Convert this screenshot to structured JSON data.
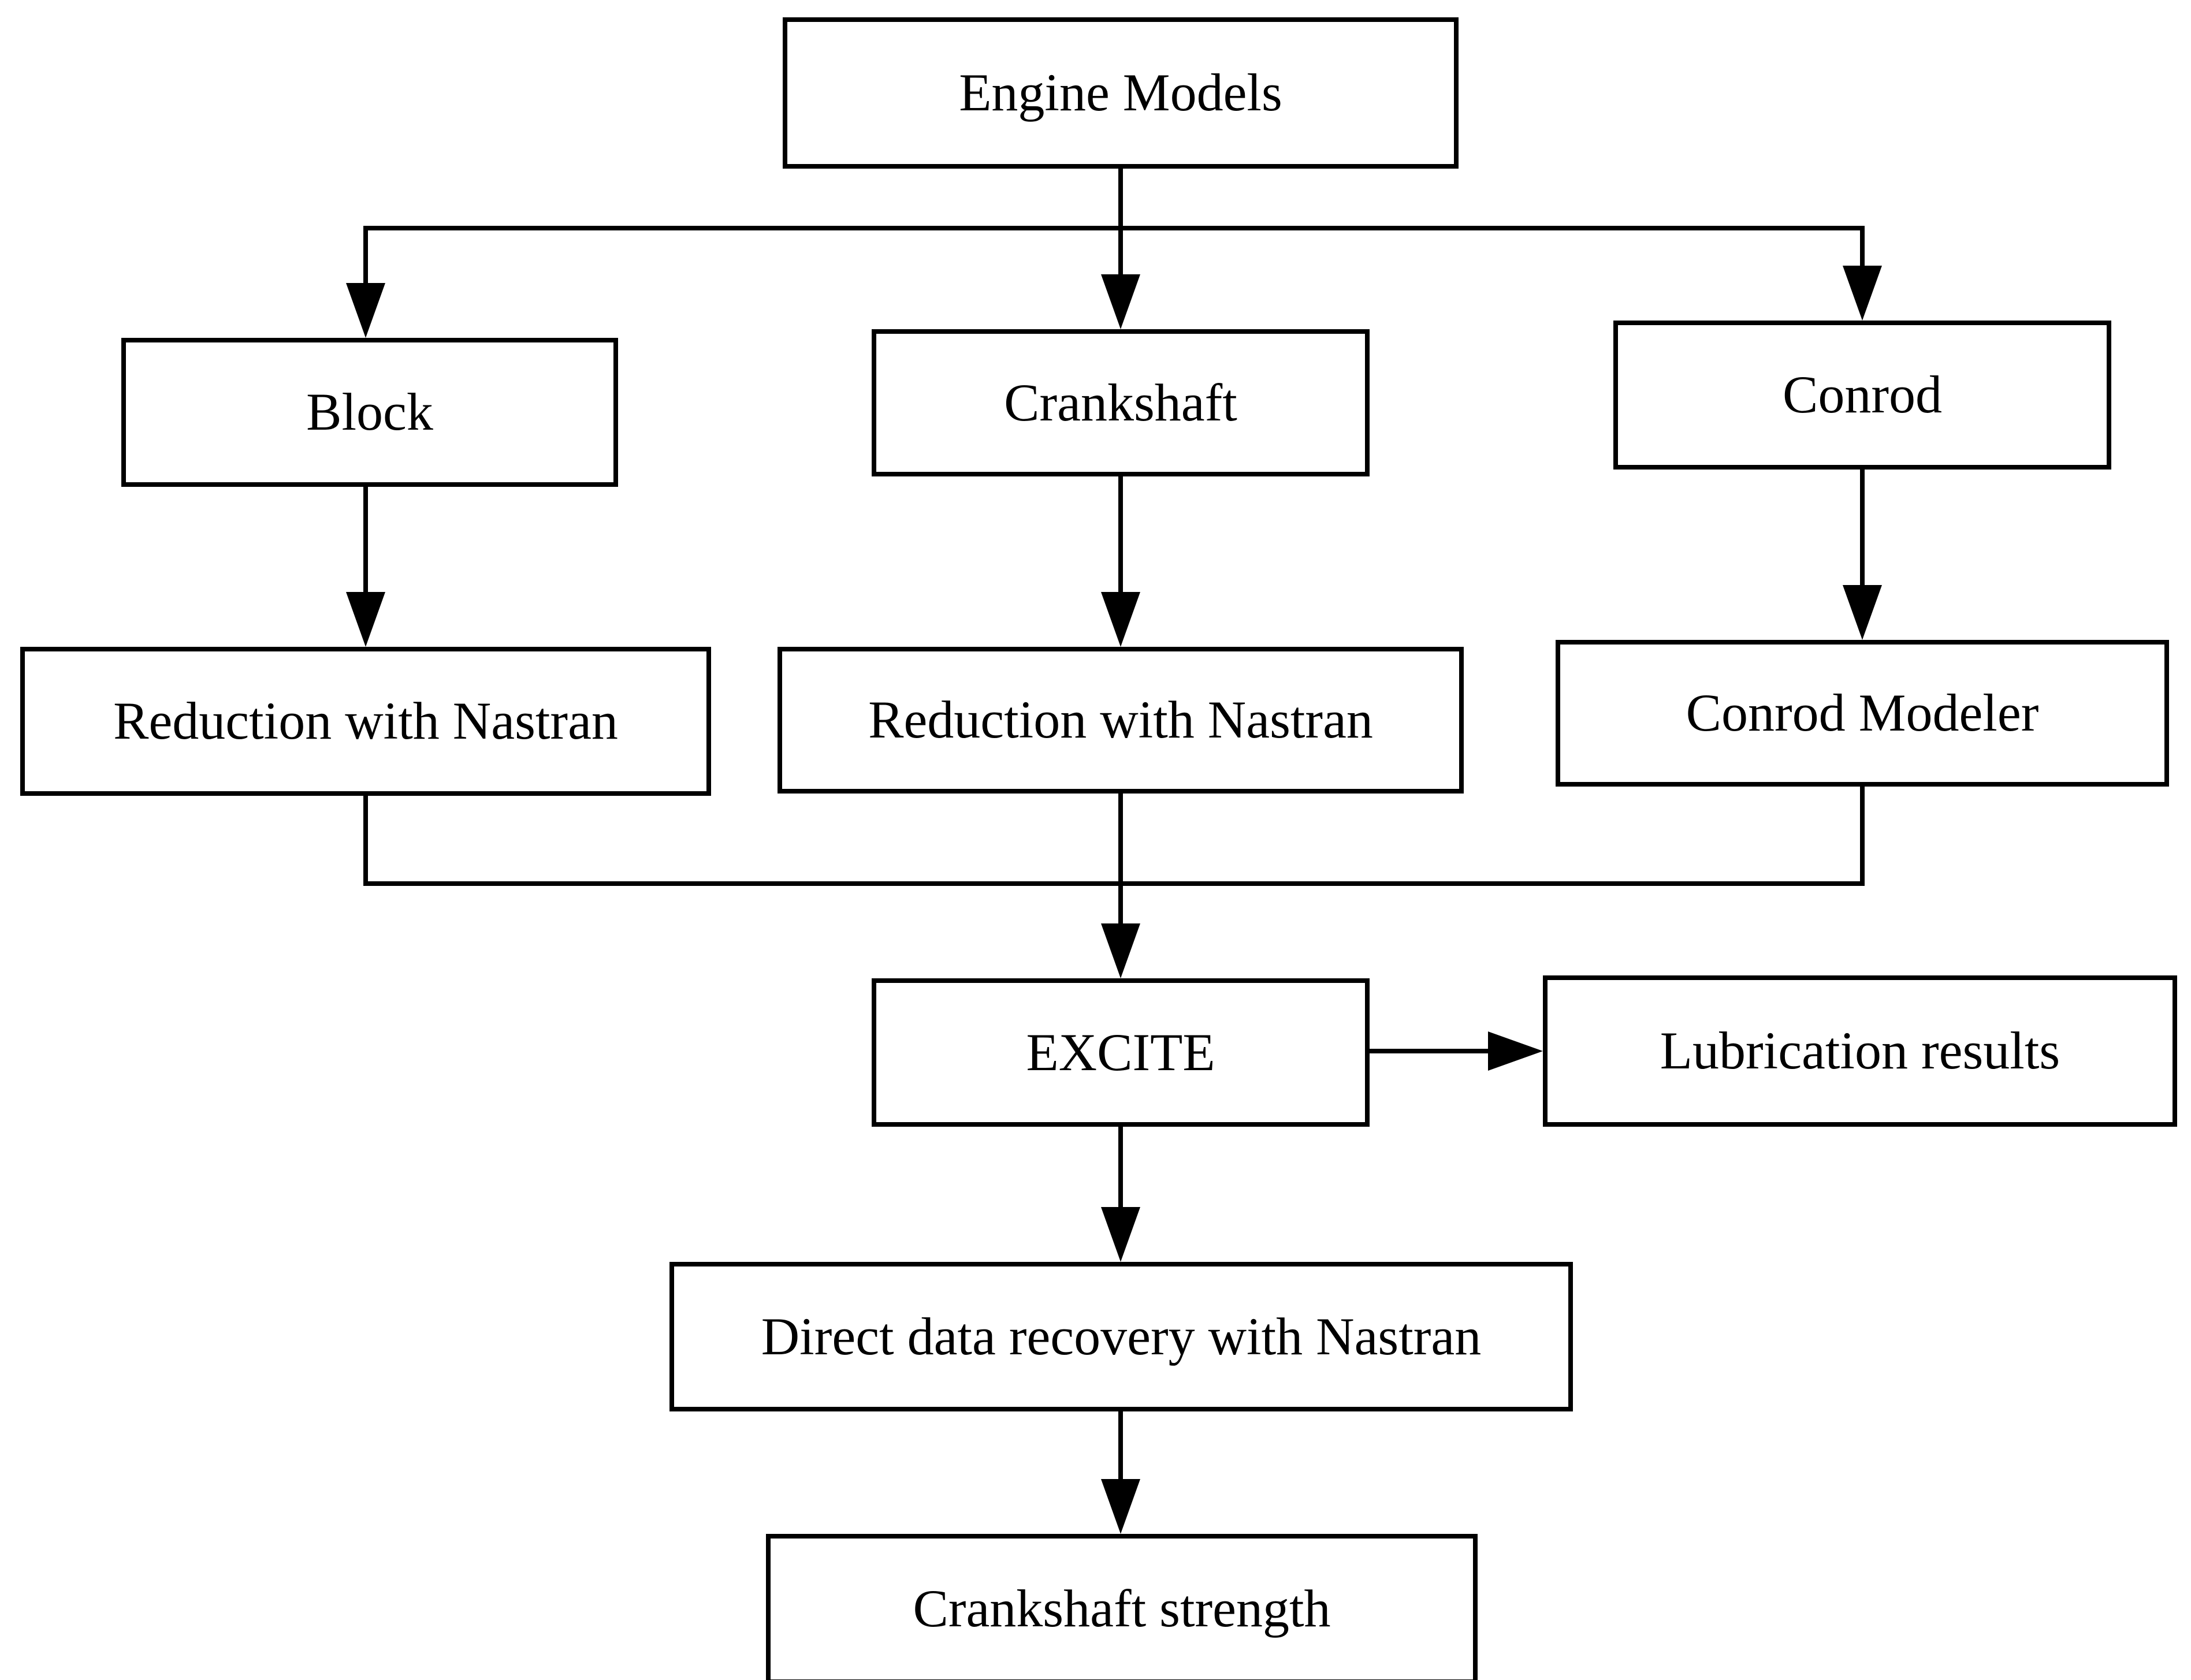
{
  "diagram": {
    "title": "Engine simulation workflow flowchart",
    "background_color": "#ffffff",
    "stroke_color": "#000000",
    "nodes": {
      "engine_models": "Engine Models",
      "block": "Block",
      "crankshaft": "Crankshaft",
      "conrod": "Conrod",
      "reduction_block": "Reduction with Nastran",
      "reduction_crankshaft": "Reduction with Nastran",
      "conrod_modeler": "Conrod Modeler",
      "excite": "EXCITE",
      "lubrication_results": "Lubrication results",
      "direct_data_recovery": "Direct data recovery with Nastran",
      "crankshaft_strength": "Crankshaft strength"
    },
    "edges": [
      {
        "from": "engine_models",
        "to": "block"
      },
      {
        "from": "engine_models",
        "to": "crankshaft"
      },
      {
        "from": "engine_models",
        "to": "conrod"
      },
      {
        "from": "block",
        "to": "reduction_block"
      },
      {
        "from": "crankshaft",
        "to": "reduction_crankshaft"
      },
      {
        "from": "conrod",
        "to": "conrod_modeler"
      },
      {
        "from": "reduction_block",
        "to": "excite"
      },
      {
        "from": "reduction_crankshaft",
        "to": "excite"
      },
      {
        "from": "conrod_modeler",
        "to": "excite"
      },
      {
        "from": "excite",
        "to": "lubrication_results"
      },
      {
        "from": "excite",
        "to": "direct_data_recovery"
      },
      {
        "from": "direct_data_recovery",
        "to": "crankshaft_strength"
      }
    ]
  }
}
